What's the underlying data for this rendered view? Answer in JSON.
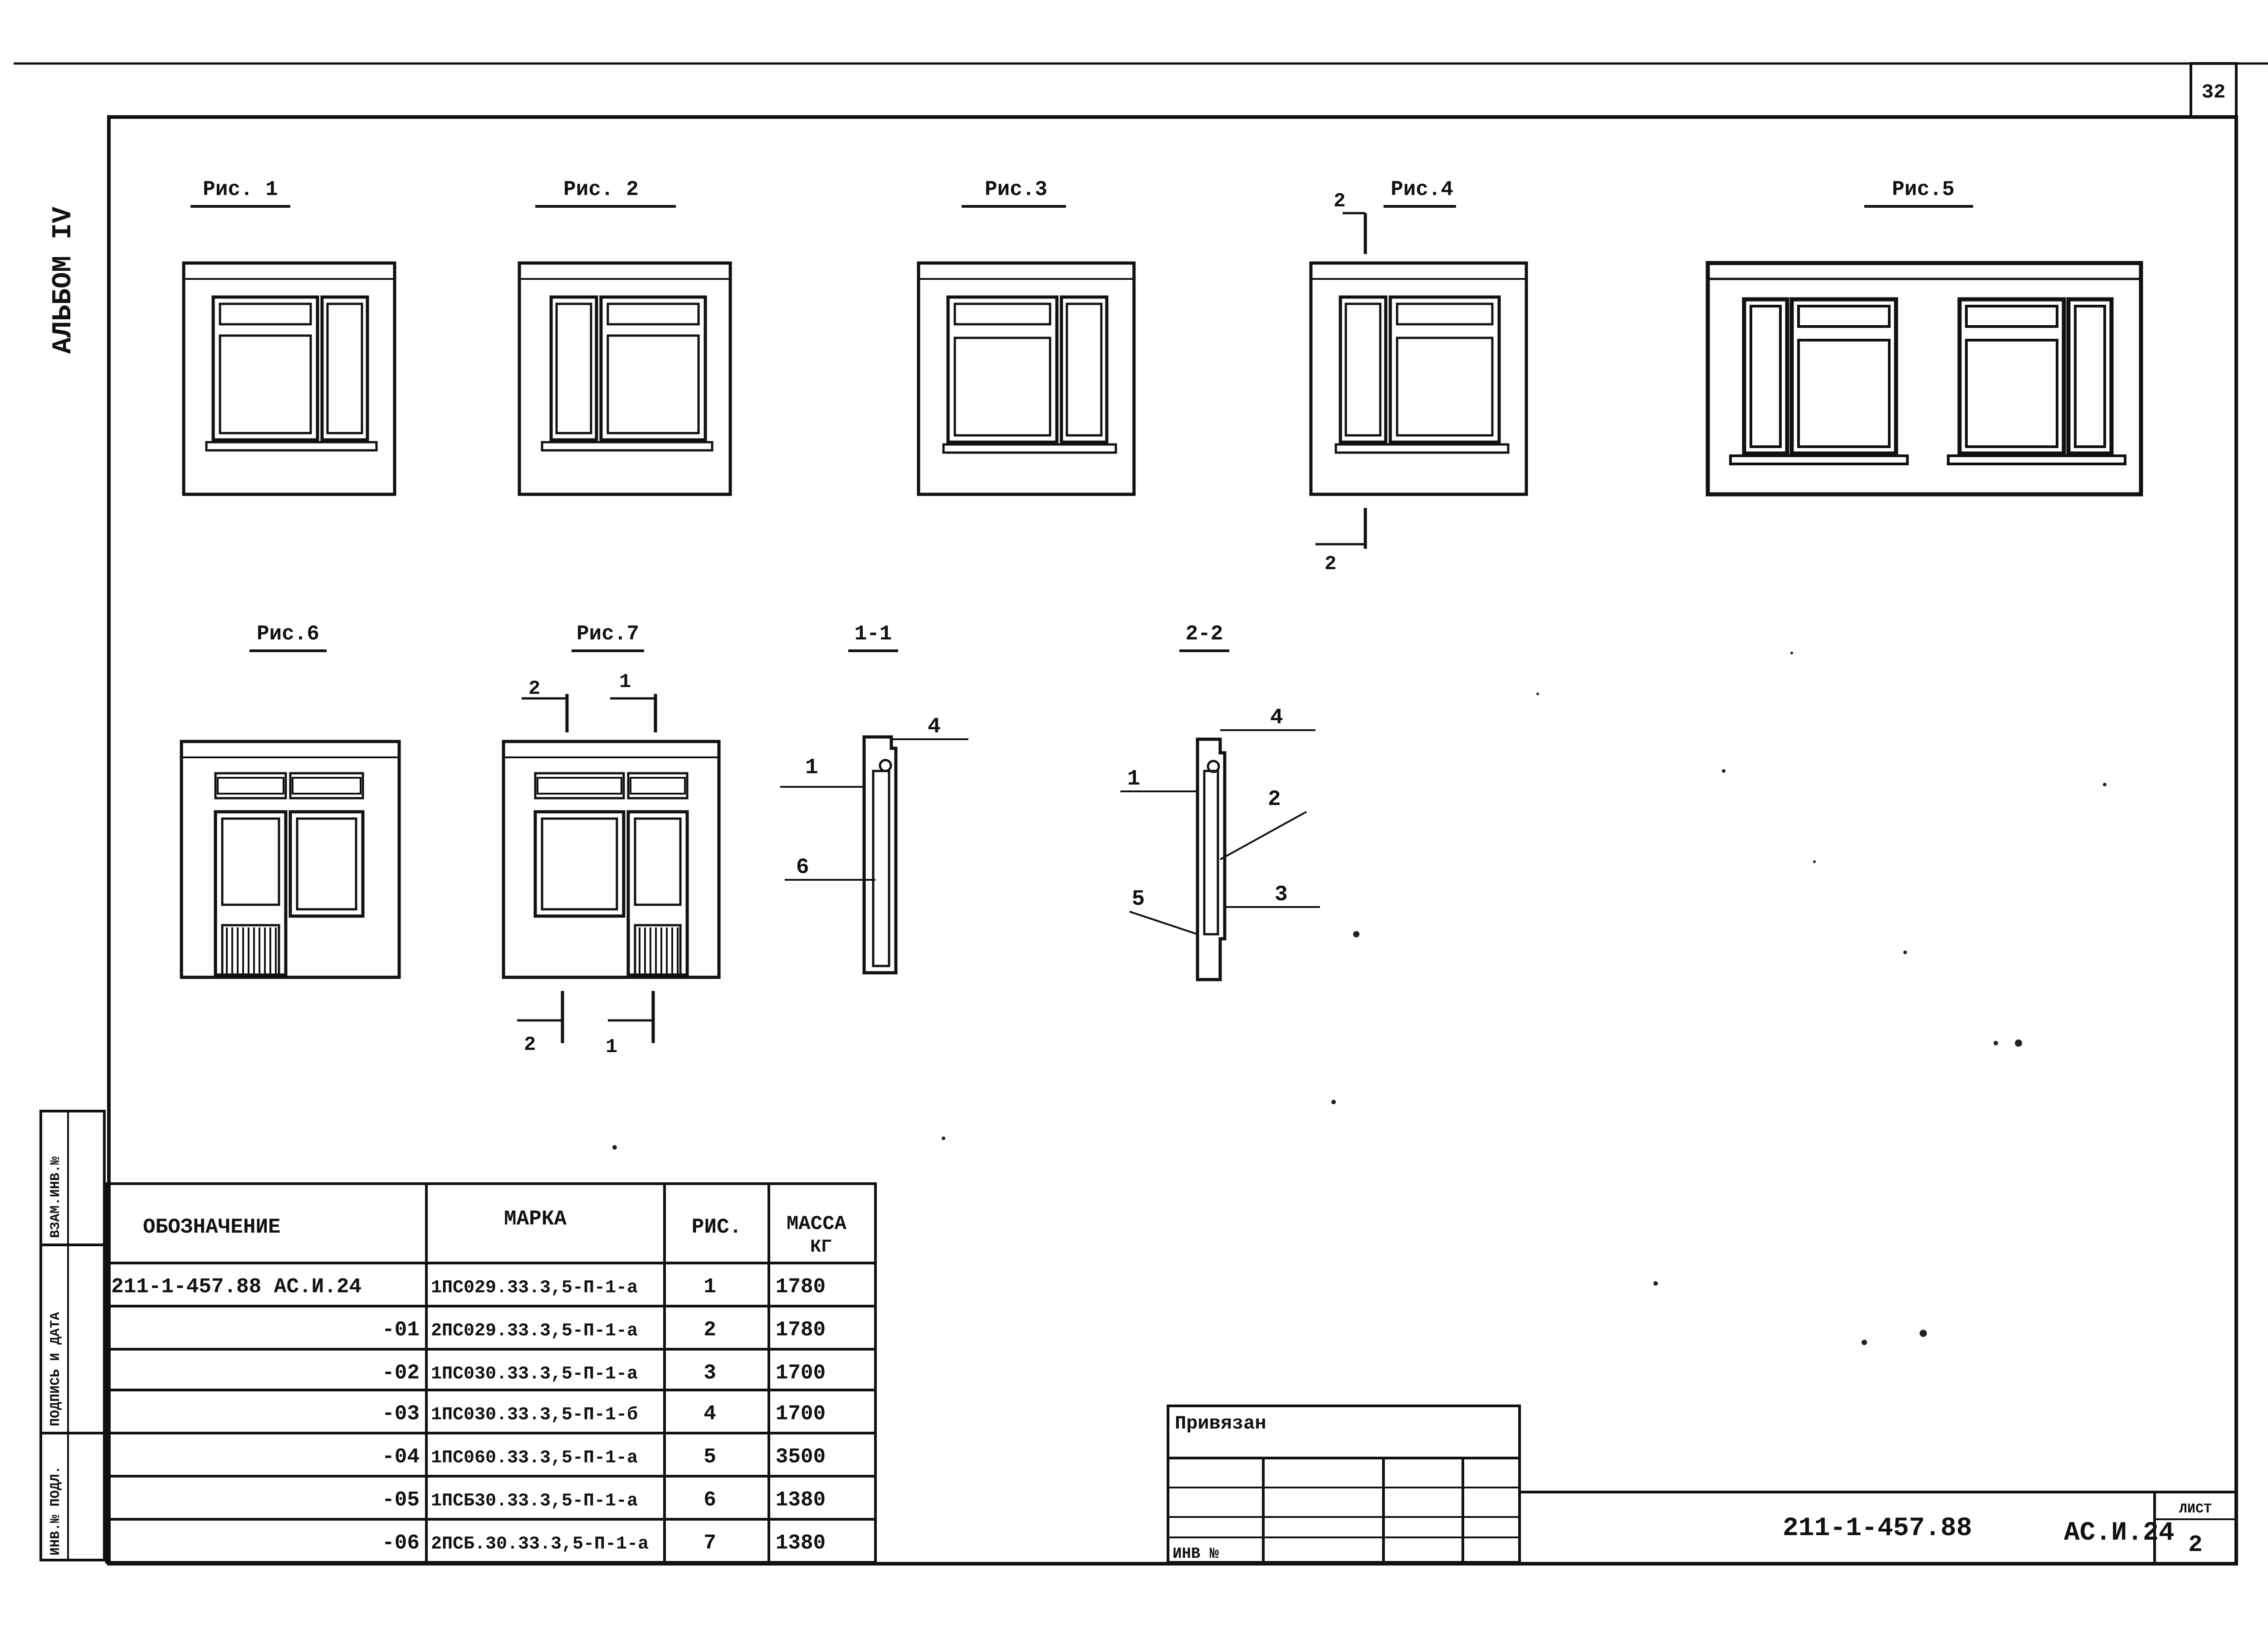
{
  "sheet_number": "32",
  "album_label": "АЛЬБОМ IV",
  "figures": {
    "fig1": "Рис. 1",
    "fig2": "Рис. 2",
    "fig3": "Рис.3",
    "fig4": "Рис.4",
    "fig5": "Рис.5",
    "fig6": "Рис.6",
    "fig7": "Рис.7",
    "sec11": "1-1",
    "sec22": "2-2"
  },
  "cut_marks": {
    "fig4_top": "2",
    "fig4_bottom": "2",
    "fig7_top_left": "2",
    "fig7_top_right": "1",
    "fig7_bottom_left": "2",
    "fig7_bottom_right": "1"
  },
  "callouts": {
    "s11": [
      "1",
      "4",
      "6"
    ],
    "s22": [
      "1",
      "4",
      "2",
      "5",
      "3"
    ]
  },
  "spec_table": {
    "headers": [
      "ОБОЗНАЧЕНИЕ",
      "МАРКА",
      "РИС.",
      "МАССА",
      "КГ"
    ],
    "rows": [
      {
        "designation": "211-1-457.88   АС.И.24",
        "mark": "1ПС029.33.3,5-П-1-а",
        "fig": "1",
        "mass": "1780"
      },
      {
        "designation": "-01",
        "mark": "2ПС029.33.3,5-П-1-а",
        "fig": "2",
        "mass": "1780"
      },
      {
        "designation": "-02",
        "mark": "1ПС030.33.3,5-П-1-а",
        "fig": "3",
        "mass": "1700"
      },
      {
        "designation": "-03",
        "mark": "1ПС030.33.3,5-П-1-б",
        "fig": "4",
        "mass": "1700"
      },
      {
        "designation": "-04",
        "mark": "1ПС060.33.3,5-П-1-а",
        "fig": "5",
        "mass": "3500"
      },
      {
        "designation": "-05",
        "mark": "1ПСБ30.33.3,5-П-1-а",
        "fig": "6",
        "mass": "1380"
      },
      {
        "designation": "-06",
        "mark": "2ПСБ.30.33.3,5-П-1-а",
        "fig": "7",
        "mass": "1380"
      }
    ]
  },
  "side_stamp": [
    "ВЗАМ.ИНВ.№",
    "ПОДПИСЬ И ДАТА",
    "ИНВ.№ ПОДЛ."
  ],
  "binding_block": {
    "title": "Привязан",
    "inv_label": "ИНВ №"
  },
  "title_block": {
    "doc_code": "211-1-457.88",
    "doc_sub": "АС.И.24",
    "sheet_label": "ЛИСТ",
    "sheet_value": "2"
  }
}
